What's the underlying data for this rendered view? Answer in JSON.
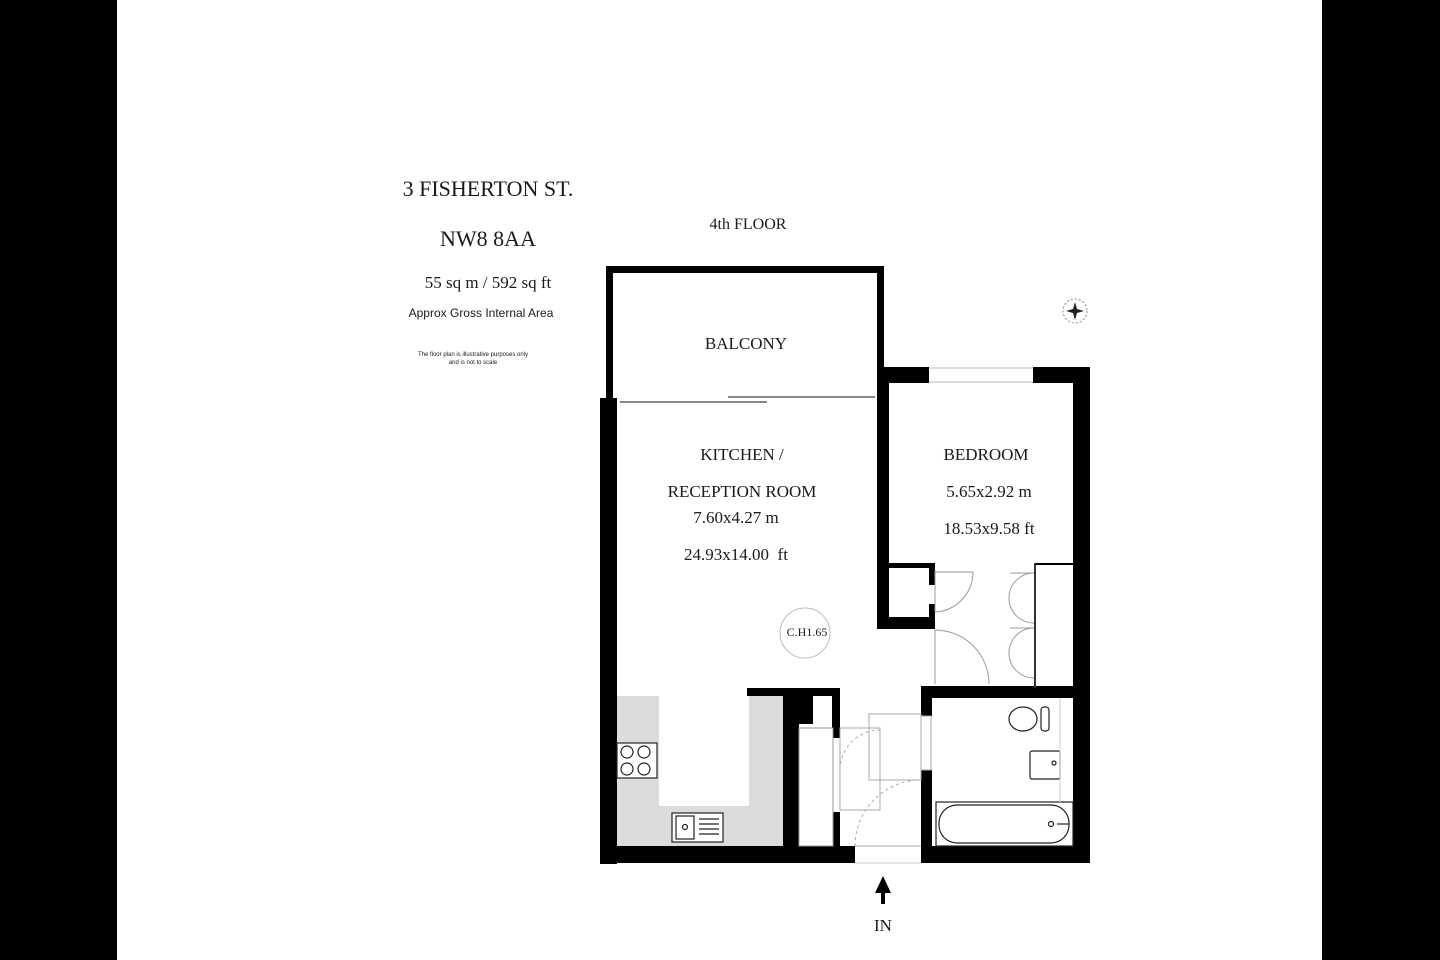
{
  "header": {
    "address_line1": "3 FISHERTON ST.",
    "address_line2": "NW8 8AA",
    "area": "55 sq m / 592 sq ft",
    "area_caption": "Approx Gross Internal Area",
    "disclaimer_line1": "The floor plan is illustrative purposes only",
    "disclaimer_line2": "and is not to scale"
  },
  "floor_label": "4th FLOOR",
  "rooms": {
    "balcony": {
      "name": "BALCONY"
    },
    "kitchen": {
      "name_line1": "KITCHEN /",
      "name_line2": "RECEPTION ROOM",
      "metric": "7.60x4.27 m",
      "imperial": "24.93x14.00  ft",
      "ceiling_height": "C.H1.65"
    },
    "bedroom": {
      "name": "BEDROOM",
      "metric": "5.65x2.92 m",
      "imperial": "18.53x9.58 ft"
    }
  },
  "entrance_label": "IN",
  "icons": {
    "compass": "compass-icon",
    "entrance_arrow": "arrow-up-icon"
  },
  "colors": {
    "wall": "#000000",
    "kitchen_counter": "#dcdcdc",
    "background": "#ffffff",
    "frame": "#000000"
  }
}
